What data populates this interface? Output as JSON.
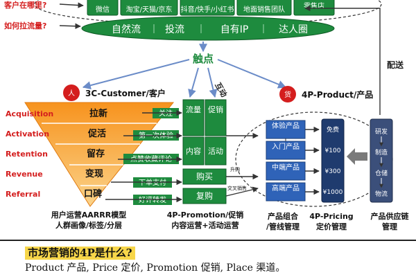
{
  "colors": {
    "green": "#1e8b3e",
    "blue": "#2f63b8",
    "orange": "#f08a1c",
    "red": "#d41e1e",
    "navy": "#1f3b6e"
  },
  "left_questions": {
    "where_customers": "客户在哪里?",
    "how_traffic": "如何拉流量?"
  },
  "channels": [
    "微信",
    "淘宝/天猫/京东",
    "抖音/快手/小红书",
    "地面销售团队",
    "零售店"
  ],
  "traffic_methods": [
    "自然流",
    "投流",
    "自有IP",
    "达人圈"
  ],
  "touchpoint": "触点",
  "interaction": "互动",
  "delivery": "配送",
  "customer_badge": {
    "icon": "人",
    "label": "3C-Customer/客户"
  },
  "product_badge": {
    "icon": "货",
    "label": "4P-Product/产品"
  },
  "aarrr": [
    {
      "en": "Acquisition",
      "cn": "拉新"
    },
    {
      "en": "Activation",
      "cn": "促活"
    },
    {
      "en": "Retention",
      "cn": "留存"
    },
    {
      "en": "Revenue",
      "cn": "变现"
    },
    {
      "en": "Referral",
      "cn": "口碑"
    }
  ],
  "actions": [
    "关注",
    "第一次体验",
    "点赞收藏评论",
    "下单支付",
    "好评转发"
  ],
  "promotion_blocks": {
    "traffic": "流量",
    "promo": "促销",
    "content": "内容",
    "activity": "活动",
    "purchase": "购买",
    "repurchase": "复购"
  },
  "flow_labels": {
    "upgrade": "升购",
    "cross_sell": "交叉销售"
  },
  "product_tiers": [
    "体验产品",
    "入门产品",
    "中端产品",
    "高端产品"
  ],
  "prices": [
    "免费",
    "¥100",
    "¥300",
    "¥1000"
  ],
  "supply_chain": [
    "研发",
    "制造",
    "仓储",
    "物流"
  ],
  "captions": {
    "aarrr_model": "用户运营AARRR模型",
    "aarrr_sub": "人群画像/标签/分层",
    "promotion": "4P-Promotion/促销",
    "promotion_sub": "内容运营+活动运营",
    "product_mix": "产品组合",
    "product_mix_sub": "/管线管理",
    "pricing": "4P-Pricing",
    "pricing_sub": "定价管理",
    "supply": "产品供应链",
    "supply_sub": "管理"
  },
  "bottom": {
    "title": "市场营销的4P是什么?",
    "desc": "Product 产品, Price 定价, Promotion 促销, Place 渠道。"
  }
}
